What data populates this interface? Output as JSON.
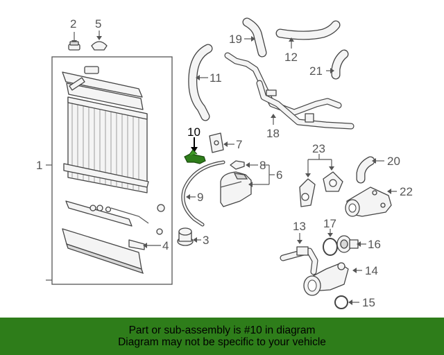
{
  "highlight_color": "#2e7d1a",
  "footer_color": "#2e7d1a",
  "callouts": {
    "c1": "1",
    "c2": "2",
    "c3": "3",
    "c4": "4",
    "c5": "5",
    "c6": "6",
    "c7": "7",
    "c8": "8",
    "c9": "9",
    "c10": "10",
    "c11": "11",
    "c12": "12",
    "c13": "13",
    "c14": "14",
    "c15": "15",
    "c16": "16",
    "c17": "17",
    "c18": "18",
    "c19": "19",
    "c20": "20",
    "c21": "21",
    "c22": "22",
    "c23": "23"
  },
  "footer": {
    "line1": "Part or sub-assembly is #10 in diagram",
    "line2": "Diagram may not be specific to your vehicle"
  }
}
